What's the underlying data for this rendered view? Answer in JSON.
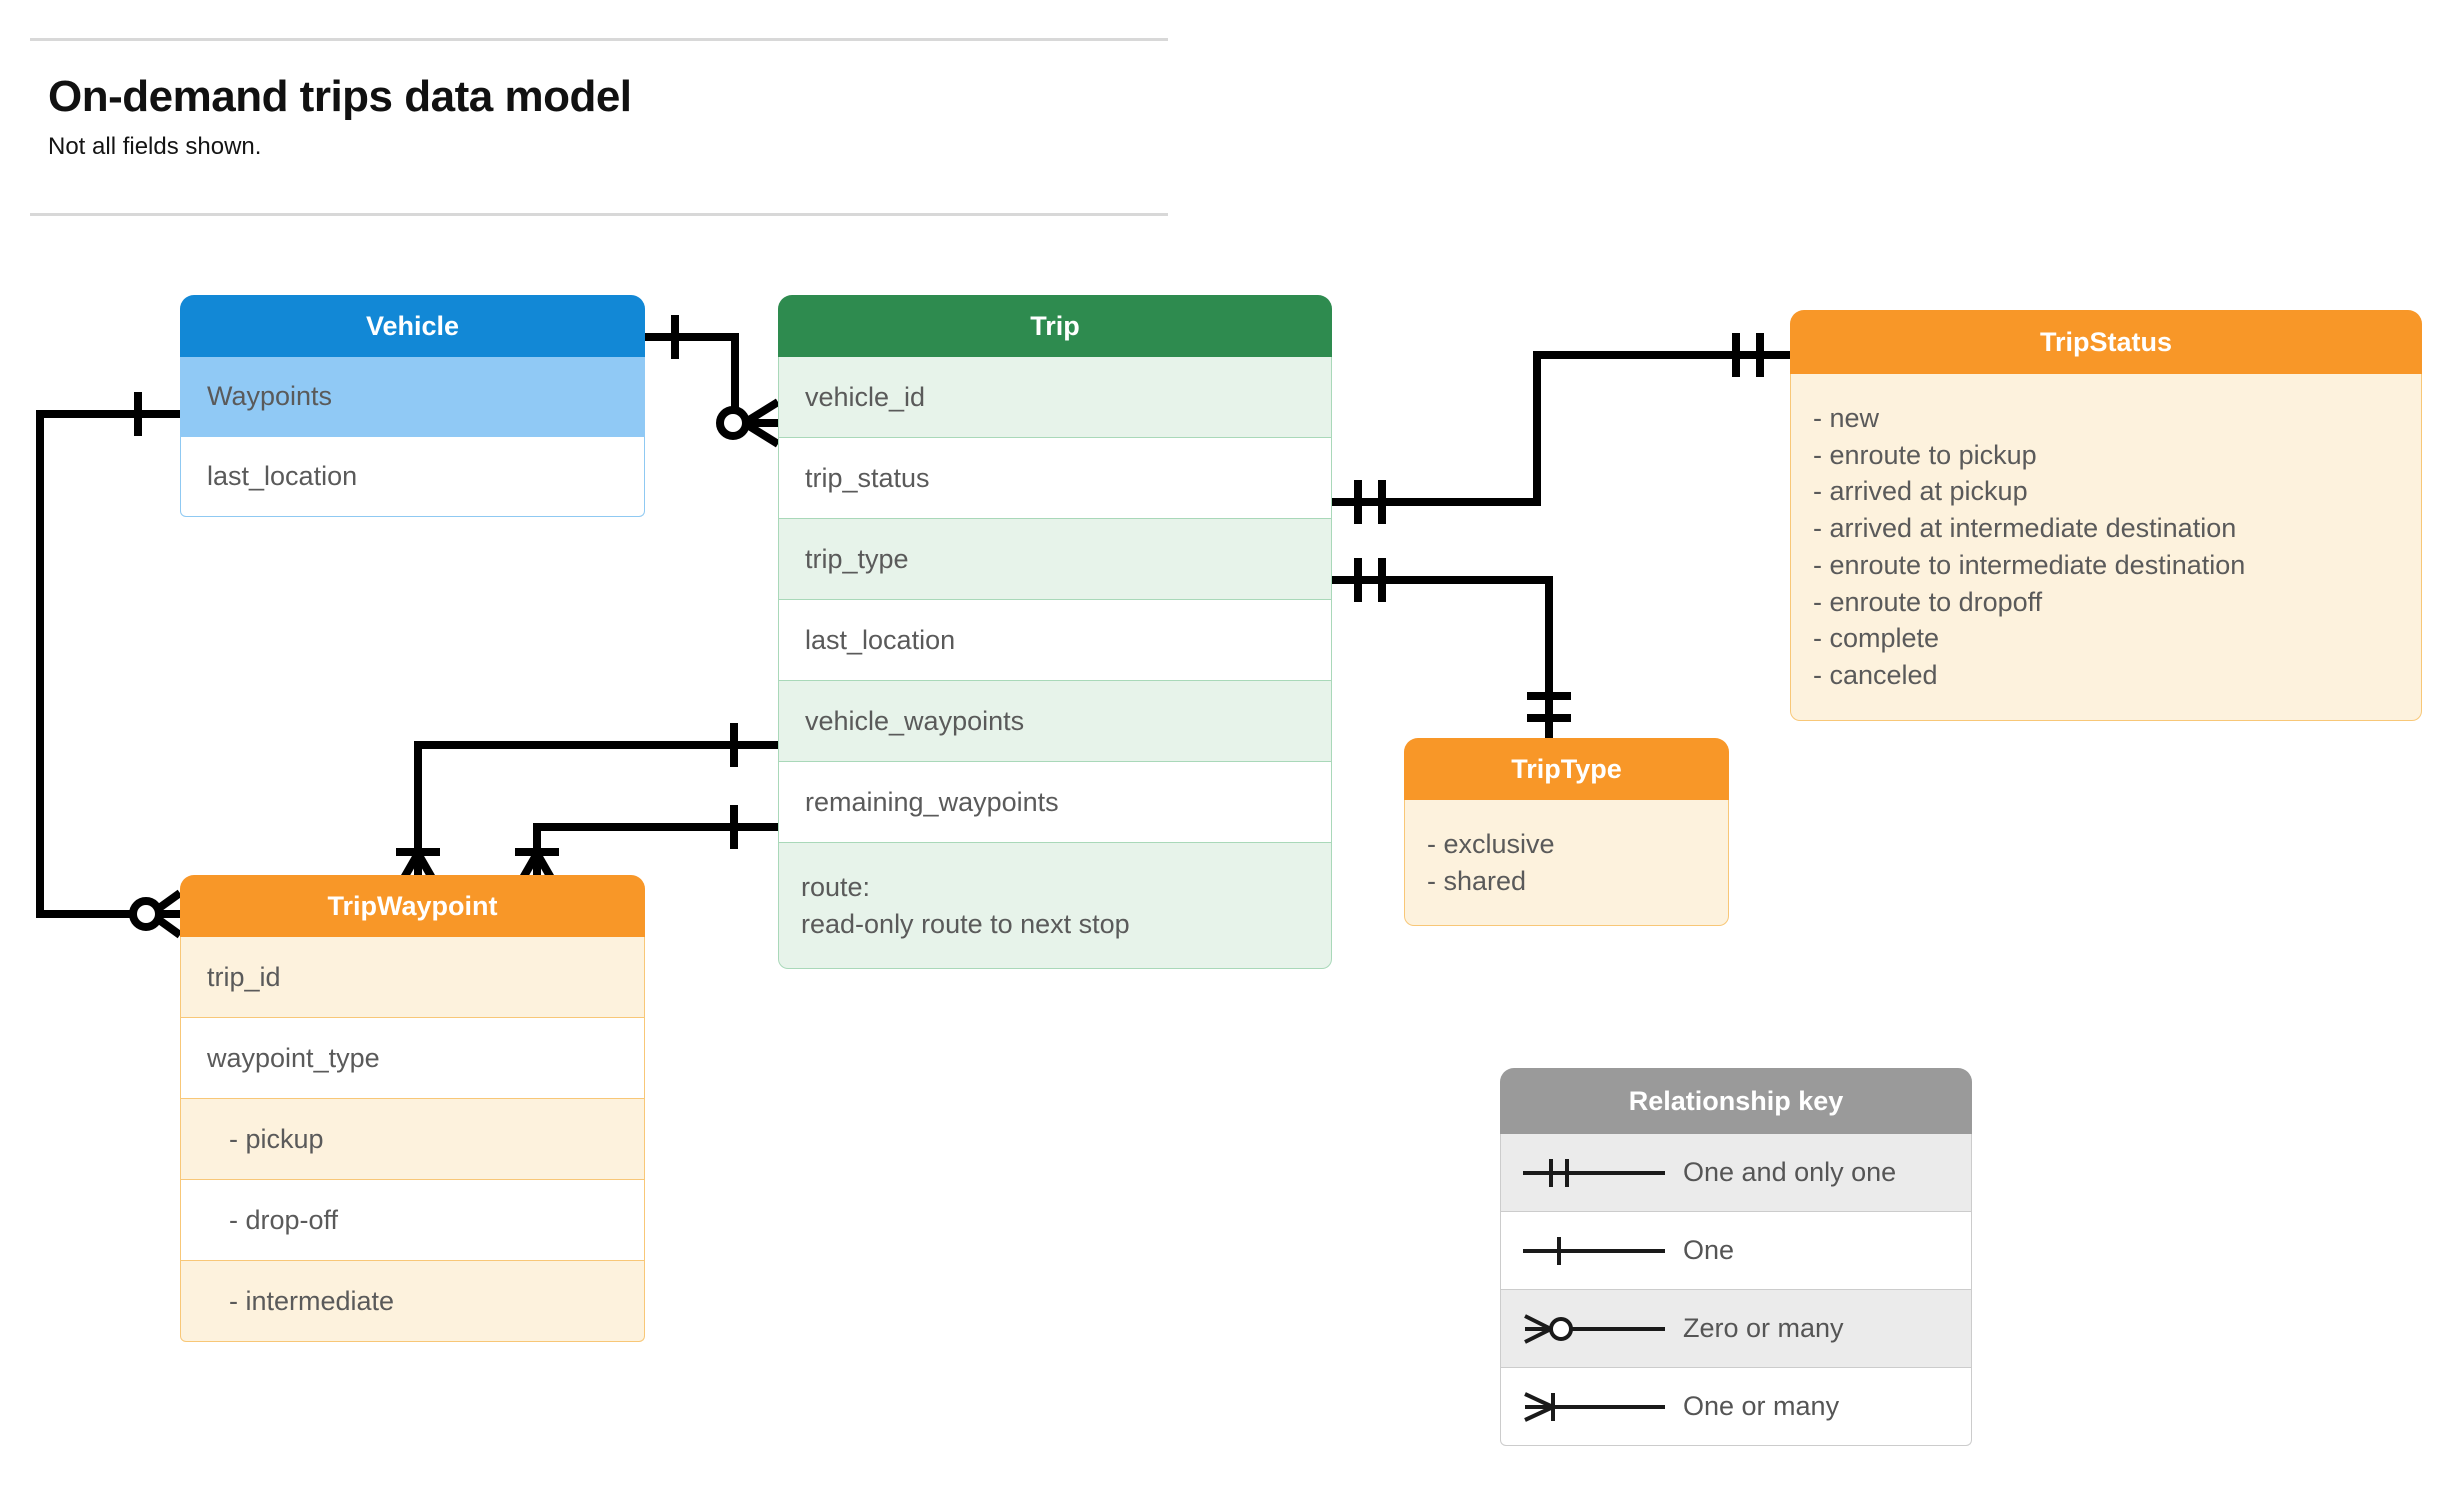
{
  "header": {
    "title": "On-demand trips data model",
    "subtitle": "Not all fields shown."
  },
  "entities": {
    "vehicle": {
      "title": "Vehicle",
      "color": "#1288d6",
      "fields": [
        "Waypoints",
        "last_location"
      ]
    },
    "trip": {
      "title": "Trip",
      "color": "#2e8b4f",
      "fields": [
        "vehicle_id",
        "trip_status",
        "trip_type",
        "last_location",
        "vehicle_waypoints",
        "remaining_waypoints"
      ],
      "note_label": "route:",
      "note_text": "read-only route to next stop"
    },
    "trip_waypoint": {
      "title": "TripWaypoint",
      "color": "#f89728",
      "fields": [
        "trip_id",
        "waypoint_type",
        "-  pickup",
        "-  drop-off",
        "-  intermediate"
      ]
    },
    "trip_status": {
      "title": "TripStatus",
      "color": "#f89728",
      "values": [
        "- new",
        "- enroute to pickup",
        "- arrived at pickup",
        "- arrived at intermediate destination",
        "- enroute to intermediate destination",
        "- enroute to dropoff",
        "- complete",
        "- canceled"
      ]
    },
    "trip_type": {
      "title": "TripType",
      "color": "#f89728",
      "values": [
        "- exclusive",
        "- shared"
      ]
    }
  },
  "legend": {
    "title": "Relationship key",
    "items": [
      {
        "symbol": "one-and-only-one",
        "label": "One and only one"
      },
      {
        "symbol": "one",
        "label": "One"
      },
      {
        "symbol": "zero-or-many",
        "label": "Zero or many"
      },
      {
        "symbol": "one-or-many",
        "label": "One or many"
      }
    ]
  },
  "relationships": [
    {
      "from": "Vehicle",
      "to": "Trip.vehicle_id",
      "from_card": "one",
      "to_card": "zero-or-many"
    },
    {
      "from": "Vehicle.Waypoints",
      "to": "TripWaypoint",
      "from_card": "one",
      "to_card": "zero-or-many"
    },
    {
      "from": "Trip.trip_status",
      "to": "TripStatus",
      "from_card": "one-and-only-one",
      "to_card": "one-and-only-one"
    },
    {
      "from": "Trip.trip_type",
      "to": "TripType",
      "from_card": "one-and-only-one",
      "to_card": "one-and-only-one"
    },
    {
      "from": "Trip.vehicle_waypoints",
      "to": "TripWaypoint",
      "from_card": "one",
      "to_card": "one-or-many"
    },
    {
      "from": "Trip.remaining_waypoints",
      "to": "TripWaypoint",
      "from_card": "one",
      "to_card": "one-or-many"
    }
  ]
}
